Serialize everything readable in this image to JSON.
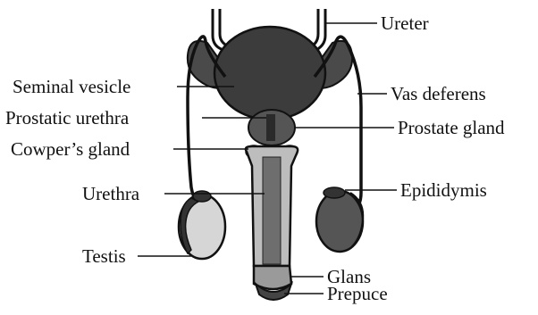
{
  "labels": {
    "ureter": "Ureter",
    "seminal_vesicle": "Seminal vesicle",
    "vas_deferens": "Vas deferens",
    "prostatic_urethra": "Prostatic urethra",
    "prostate_gland": "Prostate gland",
    "cowpers_gland": "Cowper’s gland",
    "urethra": "Urethra",
    "epididymis": "Epididymis",
    "testis": "Testis",
    "glans": "Glans",
    "prepuce": "Prepuce"
  },
  "colors": {
    "ink": "#111111",
    "bladder": "#3c3c3c",
    "testis_fill": "#d6d6d6",
    "penis_fill": "#bdbdbd",
    "urethra_fill": "#6e6e6e"
  }
}
